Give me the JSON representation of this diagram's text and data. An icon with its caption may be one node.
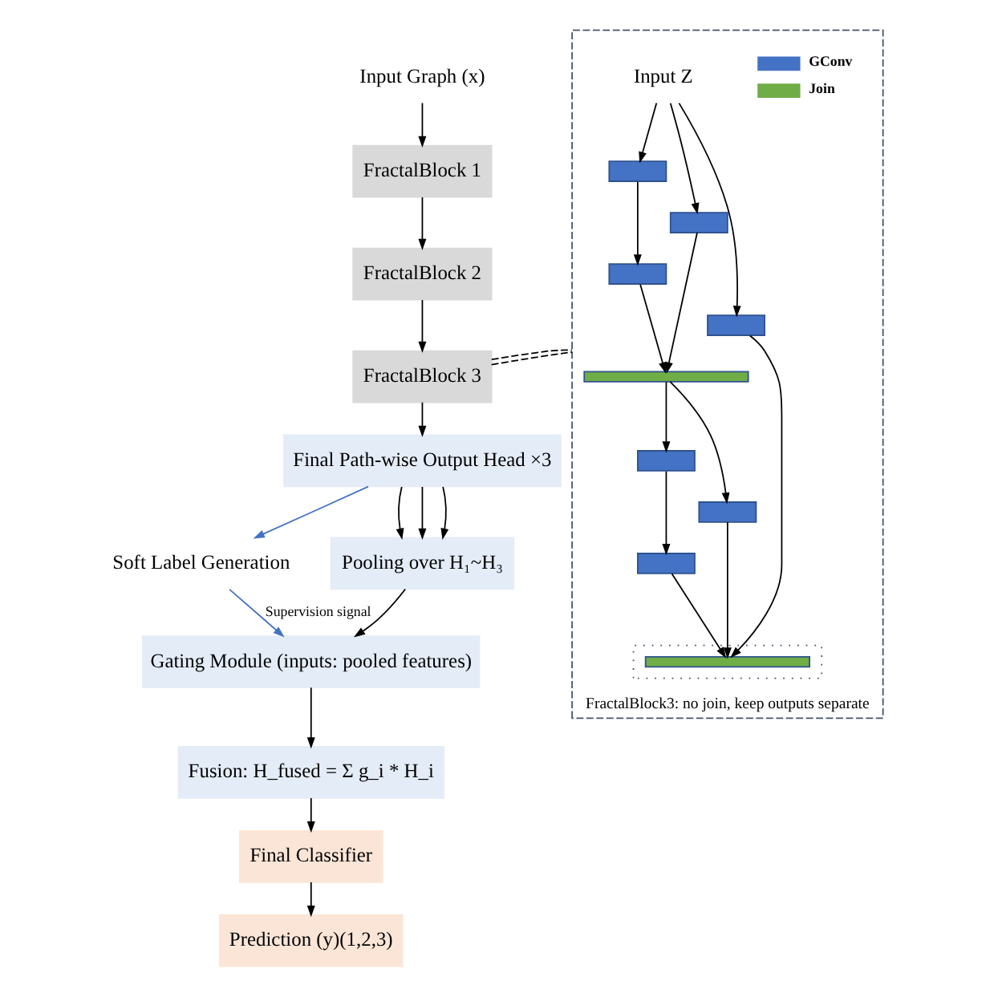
{
  "diagram": {
    "nodes": [
      {
        "text": [
          "Input Graph (x)"
        ]
      },
      {
        "text": [
          "FractalBlock 1"
        ]
      },
      {
        "text": [
          "FractalBlock 2"
        ]
      },
      {
        "text": [
          "FractalBlock 3"
        ]
      },
      {
        "text": [
          "Final Path-wise Output Head ×3"
        ]
      },
      {
        "text": [
          "Soft Label Generation"
        ]
      },
      {
        "text": [
          "Pooling over H₁~H₃"
        ]
      },
      {
        "text": [
          "Gating Module (inputs: pooled features)"
        ]
      },
      {
        "text": [
          "Fusion: H_fused = Σ g_i * H_i"
        ]
      },
      {
        "text": [
          "Final Classifier"
        ]
      },
      {
        "text": [
          "Prediction (y)(1,2,3)"
        ]
      },
      {
        "text": [
          "FractalBlock3: no join, keep outputs separate"
        ]
      },
      {
        "text": [
          "Input Z"
        ],
        "in": 11
      },
      {
        "text": [],
        "shape": "box",
        "in": 11
      },
      {
        "text": [],
        "shape": "box",
        "in": 11
      },
      {
        "text": [],
        "shape": "box",
        "in": 11
      },
      {
        "text": [],
        "shape": "box",
        "in": 11
      },
      {
        "text": [],
        "shape": "bar",
        "in": 11
      },
      {
        "text": [],
        "shape": "box",
        "in": 11
      },
      {
        "text": [],
        "shape": "box",
        "in": 11
      },
      {
        "text": [],
        "shape": "box",
        "in": 11
      },
      {
        "text": [],
        "shape": "box",
        "in": 11
      },
      {
        "text": [],
        "shape": "bar",
        "in": 21
      }
    ],
    "edges": [
      {
        "from": 0,
        "to": 1,
        "arrow": "to"
      },
      {
        "from": 1,
        "to": 2,
        "arrow": "to"
      },
      {
        "from": 2,
        "to": 3,
        "arrow": "to"
      },
      {
        "from": 3,
        "to": 4,
        "arrow": "to"
      },
      {
        "from": 3,
        "to": 11,
        "arrow": "none",
        "style": "dashed"
      },
      {
        "from": 3,
        "to": 11,
        "arrow": "none",
        "style": "dashed"
      },
      {
        "from": 4,
        "to": 5,
        "arrow": "to",
        "color": "#4472c4"
      },
      {
        "from": 4,
        "to": 6,
        "arrow": "to"
      },
      {
        "from": 4,
        "to": 6,
        "arrow": "to"
      },
      {
        "from": 4,
        "to": 6,
        "arrow": "to"
      },
      {
        "from": 5,
        "to": 7,
        "arrow": "to",
        "label": "Supervision signal",
        "color": "#4472c4"
      },
      {
        "from": 6,
        "to": 7,
        "arrow": "to"
      },
      {
        "from": 7,
        "to": 8,
        "arrow": "to"
      },
      {
        "from": 8,
        "to": 9,
        "arrow": "to"
      },
      {
        "from": 9,
        "to": 10,
        "arrow": "to"
      },
      {
        "from": 12,
        "to": 16,
        "arrow": "to"
      },
      {
        "from": 12,
        "to": 14,
        "arrow": "to"
      },
      {
        "from": 12,
        "to": 13,
        "arrow": "to"
      },
      {
        "from": 13,
        "to": 15,
        "arrow": "to"
      },
      {
        "from": 14,
        "to": 17,
        "arrow": "to"
      },
      {
        "from": 15,
        "to": 17,
        "arrow": "to"
      },
      {
        "from": 17,
        "to": 19,
        "arrow": "to"
      },
      {
        "from": 17,
        "to": 18,
        "arrow": "to"
      },
      {
        "from": 18,
        "to": 20,
        "arrow": "to"
      },
      {
        "from": 16,
        "to": 22,
        "arrow": "to"
      },
      {
        "from": 19,
        "to": 22,
        "arrow": "to"
      },
      {
        "from": 20,
        "to": 22,
        "arrow": "to"
      }
    ],
    "legend": [
      {
        "text": "GConv",
        "color": "#4472c4"
      },
      {
        "text": "Join",
        "color": "#70ad47"
      }
    ]
  }
}
